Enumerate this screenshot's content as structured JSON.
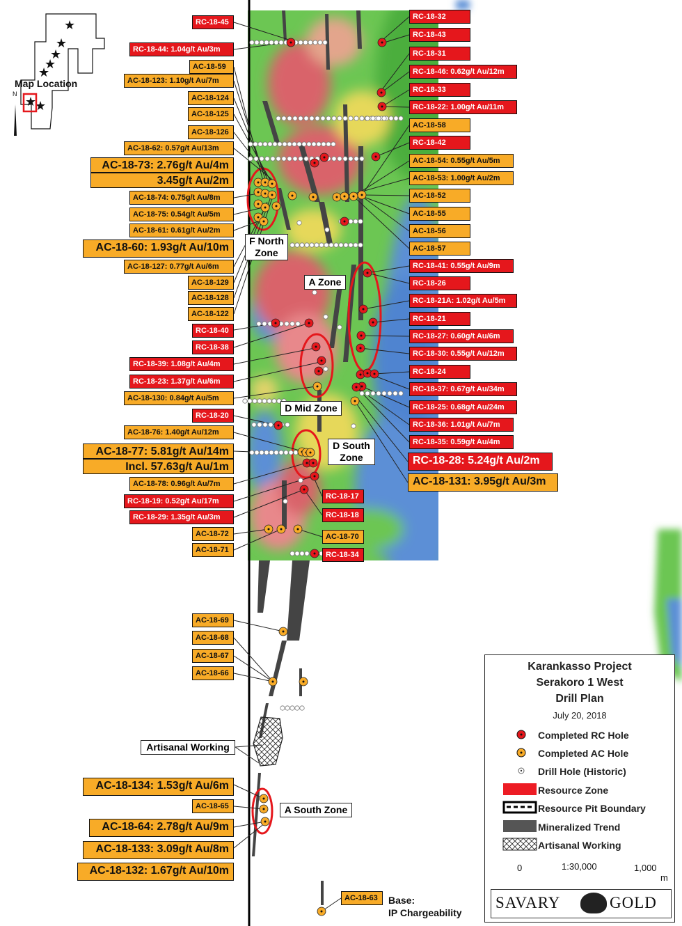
{
  "map_location": {
    "title": "Map Location",
    "north": "N"
  },
  "zones": {
    "f_north": [
      "F North",
      "Zone"
    ],
    "a_zone": "A Zone",
    "d_mid": "D Mid Zone",
    "d_south": [
      "D South",
      "Zone"
    ],
    "a_south": "A South Zone",
    "artisanal": "Artisanal Working",
    "base": [
      "Base:",
      "IP Chargeability"
    ]
  },
  "left_labels": [
    {
      "text": "RC-18-45",
      "type": "rc"
    },
    {
      "text": "RC-18-44: 1.04g/t Au/3m",
      "type": "rc"
    },
    {
      "text": "AC-18-59",
      "type": "ac"
    },
    {
      "text": "AC-18-123: 1.10g/t Au/7m",
      "type": "ac"
    },
    {
      "text": "AC-18-124",
      "type": "ac"
    },
    {
      "text": "AC-18-125",
      "type": "ac"
    },
    {
      "text": "AC-18-126",
      "type": "ac"
    },
    {
      "text": "AC-18-62: 0.57g/t Au/13m",
      "type": "ac"
    },
    {
      "text": "AC-18-73: 2.76g/t Au/4m",
      "type": "ac"
    },
    {
      "text": "3.45g/t Au/2m",
      "type": "ac"
    },
    {
      "text": "AC-18-74: 0.75g/t Au/8m",
      "type": "ac"
    },
    {
      "text": "AC-18-75: 0.54g/t Au/5m",
      "type": "ac"
    },
    {
      "text": "AC-18-61: 0.61g/t Au/2m",
      "type": "ac"
    },
    {
      "text": "AC-18-60: 1.93g/t Au/10m",
      "type": "ac"
    },
    {
      "text": "AC-18-127: 0.77g/t Au/6m",
      "type": "ac"
    },
    {
      "text": "AC-18-129",
      "type": "ac"
    },
    {
      "text": "AC-18-128",
      "type": "ac"
    },
    {
      "text": "AC-18-122",
      "type": "ac"
    },
    {
      "text": "RC-18-40",
      "type": "rc"
    },
    {
      "text": "RC-18-38",
      "type": "rc"
    },
    {
      "text": "RC-18-39: 1.08g/t Au/4m",
      "type": "rc"
    },
    {
      "text": "RC-18-23: 1.37g/t Au/6m",
      "type": "rc"
    },
    {
      "text": "AC-18-130: 0.84g/t Au/5m",
      "type": "ac"
    },
    {
      "text": "RC-18-20",
      "type": "rc"
    },
    {
      "text": "AC-18-76: 1.40g/t Au/12m",
      "type": "ac"
    },
    {
      "text": "AC-18-77: 5.81g/t Au/14m",
      "type": "ac"
    },
    {
      "text": "Incl. 57.63g/t Au/1m",
      "type": "ac"
    },
    {
      "text": "AC-18-78: 0.96g/t Au/7m",
      "type": "ac"
    },
    {
      "text": "RC-18-19: 0.52g/t Au/17m",
      "type": "rc"
    },
    {
      "text": "RC-18-29: 1.35g/t Au/3m",
      "type": "rc"
    },
    {
      "text": "AC-18-72",
      "type": "ac"
    },
    {
      "text": "AC-18-71",
      "type": "ac"
    },
    {
      "text": "AC-18-69",
      "type": "ac"
    },
    {
      "text": "AC-18-68",
      "type": "ac"
    },
    {
      "text": "AC-18-67",
      "type": "ac"
    },
    {
      "text": "AC-18-66",
      "type": "ac"
    },
    {
      "text": "AC-18-134: 1.53g/t Au/6m",
      "type": "ac"
    },
    {
      "text": "AC-18-65",
      "type": "ac"
    },
    {
      "text": "AC-18-64: 2.78g/t Au/9m",
      "type": "ac"
    },
    {
      "text": "AC-18-133: 3.09g/t Au/8m",
      "type": "ac"
    },
    {
      "text": "AC-18-132: 1.67g/t Au/10m",
      "type": "ac"
    }
  ],
  "right_labels": [
    {
      "text": "RC-18-32",
      "type": "rc"
    },
    {
      "text": "RC-18-43",
      "type": "rc"
    },
    {
      "text": "RC-18-31",
      "type": "rc"
    },
    {
      "text": "RC-18-46: 0.62g/t Au/12m",
      "type": "rc"
    },
    {
      "text": "RC-18-33",
      "type": "rc"
    },
    {
      "text": "RC-18-22: 1.00g/t Au/11m",
      "type": "rc"
    },
    {
      "text": "AC-18-58",
      "type": "ac"
    },
    {
      "text": "RC-18-42",
      "type": "rc"
    },
    {
      "text": "AC-18-54: 0.55g/t Au/5m",
      "type": "ac"
    },
    {
      "text": "AC-18-53: 1.00g/t Au/2m",
      "type": "ac"
    },
    {
      "text": "AC-18-52",
      "type": "ac"
    },
    {
      "text": "AC-18-55",
      "type": "ac"
    },
    {
      "text": "AC-18-56",
      "type": "ac"
    },
    {
      "text": "AC-18-57",
      "type": "ac"
    },
    {
      "text": "RC-18-41: 0.55g/t Au/9m",
      "type": "rc"
    },
    {
      "text": "RC-18-26",
      "type": "rc"
    },
    {
      "text": "RC-18-21A: 1.02g/t Au/5m",
      "type": "rc"
    },
    {
      "text": "RC-18-21",
      "type": "rc"
    },
    {
      "text": "RC-18-27: 0.60g/t Au/6m",
      "type": "rc"
    },
    {
      "text": "RC-18-30: 0.55g/t Au/12m",
      "type": "rc"
    },
    {
      "text": "RC-18-24",
      "type": "rc"
    },
    {
      "text": "RC-18-37: 0.67g/t Au/34m",
      "type": "rc"
    },
    {
      "text": "RC-18-25: 0.68g/t Au/24m",
      "type": "rc"
    },
    {
      "text": "RC-18-36: 1.01g/t Au/7m",
      "type": "rc"
    },
    {
      "text": "RC-18-35: 0.59g/t Au/4m",
      "type": "rc"
    },
    {
      "text": "RC-18-28: 5.24g/t Au/2m",
      "type": "rc"
    },
    {
      "text": "AC-18-131: 3.95g/t Au/3m",
      "type": "ac"
    }
  ],
  "inner_labels": [
    {
      "text": "RC-18-17",
      "type": "rc"
    },
    {
      "text": "RC-18-18",
      "type": "rc"
    },
    {
      "text": "AC-18-70",
      "type": "ac"
    },
    {
      "text": "RC-18-34",
      "type": "rc"
    },
    {
      "text": "AC-18-63",
      "type": "ac"
    }
  ],
  "legend": {
    "title1": "Karankasso Project",
    "title2": "Serakoro 1 West",
    "title3": "Drill Plan",
    "date": "July 20, 2018",
    "items": [
      "Completed RC Hole",
      "Completed AC Hole",
      "Drill Hole (Historic)",
      "Resource Zone",
      "Resource Pit Boundary",
      "Mineralized Trend",
      "Artisanal Working"
    ],
    "scale_left": "0",
    "scale_mid": "1:30,000",
    "scale_right": "1,000",
    "scale_unit": "m",
    "logo_left": "SAVARY",
    "logo_right": "GOLD"
  },
  "colors": {
    "rc": "#e5171c",
    "ac": "#f8ab27",
    "raster_green": "#5fc24a",
    "raster_red": "#d9636a",
    "raster_blue": "#5b8fd6"
  }
}
